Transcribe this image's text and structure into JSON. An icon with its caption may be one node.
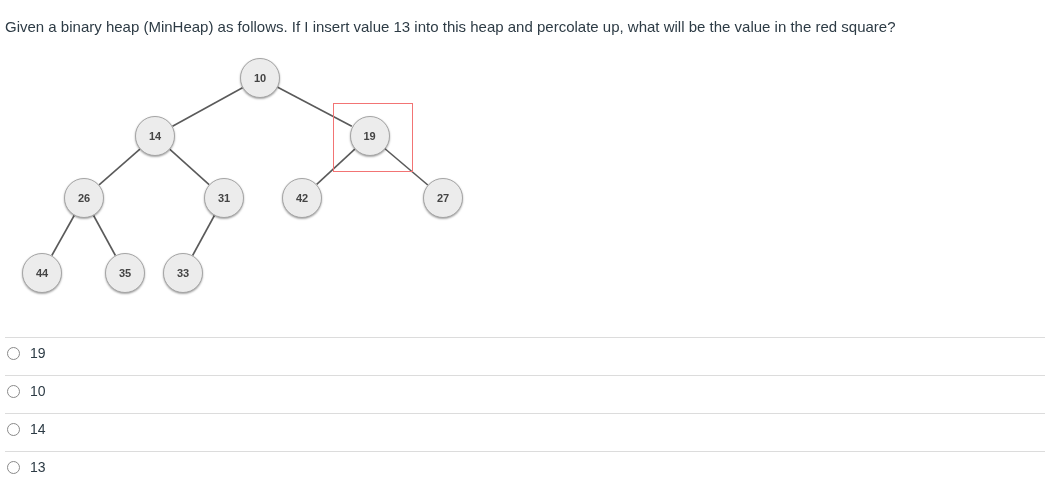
{
  "diagram": {
    "title": "Given a binary heap (MinHeap) as follows. If I insert value 13 into this heap and percolate up, what will be the value in the red square?",
    "nodes": [
      {
        "text": [
          "10"
        ]
      },
      {
        "text": [
          "14"
        ]
      },
      {
        "text": [],
        "shape": "box"
      },
      {
        "text": [
          "19"
        ],
        "in": 2
      },
      {
        "text": [
          "26"
        ]
      },
      {
        "text": [
          "31"
        ]
      },
      {
        "text": [
          "42"
        ]
      },
      {
        "text": [
          "27"
        ]
      },
      {
        "text": [
          "44"
        ]
      },
      {
        "text": [
          "35"
        ]
      },
      {
        "text": [
          "33"
        ]
      }
    ],
    "edges": [
      {
        "from": 0,
        "to": 1,
        "arrow": "none"
      },
      {
        "from": 0,
        "to": 3,
        "arrow": "none"
      },
      {
        "from": 1,
        "to": 4,
        "arrow": "none"
      },
      {
        "from": 1,
        "to": 5,
        "arrow": "none"
      },
      {
        "from": 3,
        "to": 6,
        "arrow": "none"
      },
      {
        "from": 3,
        "to": 7,
        "arrow": "none"
      },
      {
        "from": 4,
        "to": 8,
        "arrow": "none"
      },
      {
        "from": 4,
        "to": 9,
        "arrow": "none"
      },
      {
        "from": 5,
        "to": 10,
        "arrow": "none"
      }
    ],
    "labels": [
      "19",
      "10",
      "14",
      "13"
    ]
  }
}
